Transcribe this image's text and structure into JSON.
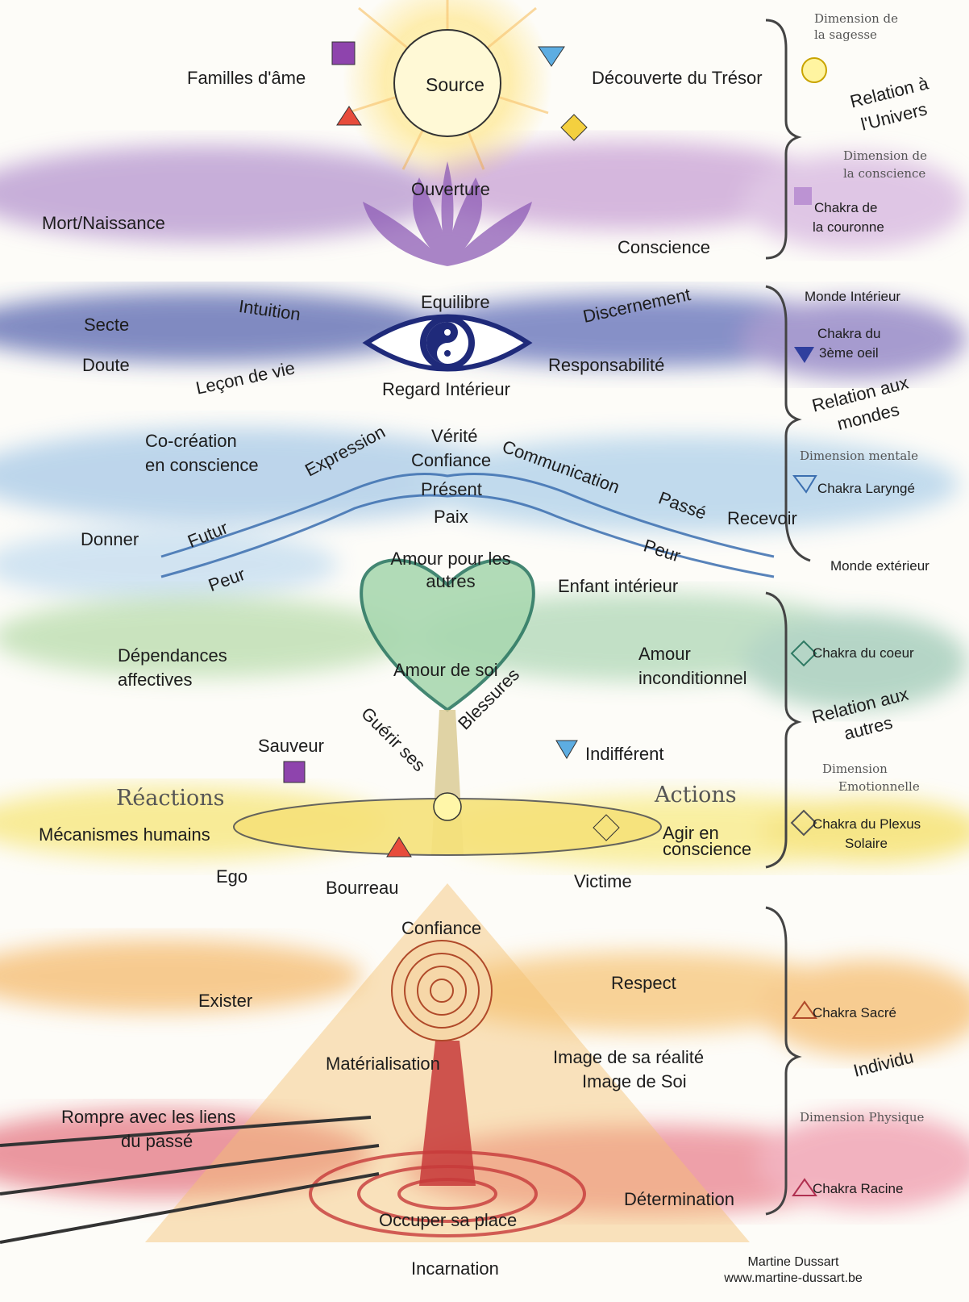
{
  "top": {
    "source": "Source",
    "familles": "Familles d'âme",
    "decouverte": "Découverte du Trésor",
    "ouverture": "Ouverture",
    "mort_naissance": "Mort/Naissance",
    "conscience": "Conscience"
  },
  "eye": {
    "equilibre": "Equilibre",
    "intuition": "Intuition",
    "discernement": "Discernement",
    "secte": "Secte",
    "doute": "Doute",
    "lecon": "Leçon de vie",
    "responsabilite": "Responsabilité",
    "regard": "Regard Intérieur"
  },
  "throat": {
    "cocreation_1": "Co-création",
    "cocreation_2": "en conscience",
    "verite": "Vérité",
    "confiance": "Confiance",
    "present": "Présent",
    "paix": "Paix",
    "expression": "Expression",
    "communication": "Communication",
    "passe": "Passé",
    "recevoir": "Recevoir",
    "donner": "Donner",
    "futur": "Futur",
    "peur_left": "Peur",
    "peur_right": "Peur"
  },
  "heart": {
    "amour_autres_1": "Amour pour les",
    "amour_autres_2": "autres",
    "enfant": "Enfant intérieur",
    "dependances_1": "Dépendances",
    "dependances_2": "affectives",
    "amour_soi": "Amour de soi",
    "amour_incond_1": "Amour",
    "amour_incond_2": "inconditionnel",
    "guerir": "Guérir ses",
    "blessures": "Blessures"
  },
  "plexus": {
    "sauveur": "Sauveur",
    "indifferent": "Indifférent",
    "reactions": "Réactions",
    "actions": "Actions",
    "mecanismes": "Mécanismes humains",
    "agir_1": "Agir en",
    "agir_2": "conscience",
    "ego": "Ego",
    "bourreau": "Bourreau",
    "victime": "Victime"
  },
  "base": {
    "confiance": "Confiance",
    "exister": "Exister",
    "respect": "Respect",
    "materialisation": "Matérialisation",
    "image_realite": "Image de sa réalité",
    "image_soi": "Image de Soi",
    "rompre_1": "Rompre avec les liens",
    "rompre_2": "du passé",
    "determination": "Détermination",
    "occuper": "Occuper sa place",
    "incarnation": "Incarnation"
  },
  "sidebar": {
    "dim_sagesse_1": "Dimension de",
    "dim_sagesse_2": "la sagesse",
    "relation_univers_1": "Relation à",
    "relation_univers_2": "l'Univers",
    "dim_conscience_1": "Dimension de",
    "dim_conscience_2": "la conscience",
    "chakra_couronne_1": "Chakra de",
    "chakra_couronne_2": "la couronne",
    "monde_interieur": "Monde Intérieur",
    "chakra_oeil_1": "Chakra du",
    "chakra_oeil_2": "3ème oeil",
    "relation_mondes_1": "Relation aux",
    "relation_mondes_2": "mondes",
    "dim_mentale": "Dimension mentale",
    "chakra_larynge": "Chakra Laryngé",
    "monde_exterieur": "Monde extérieur",
    "chakra_coeur": "Chakra du coeur",
    "relation_autres_1": "Relation aux",
    "relation_autres_2": "autres",
    "dim_emo_1": "Dimension",
    "dim_emo_2": "Emotionnelle",
    "chakra_plexus_1": "Chakra du Plexus",
    "chakra_plexus_2": "Solaire",
    "chakra_sacre": "Chakra Sacré",
    "individu": "Individu",
    "dim_physique": "Dimension Physique",
    "chakra_racine": "Chakra Racine"
  },
  "credits": {
    "author": "Martine Dussart",
    "site": "www.martine-dussart.be"
  },
  "colors": {
    "violet": "#9b6fc0",
    "indigo": "#2f3f9e",
    "blue": "#6fa8dc",
    "green": "#8cc77a",
    "yellow": "#f4de4a",
    "orange": "#f2a33a",
    "red": "#d9344a"
  }
}
